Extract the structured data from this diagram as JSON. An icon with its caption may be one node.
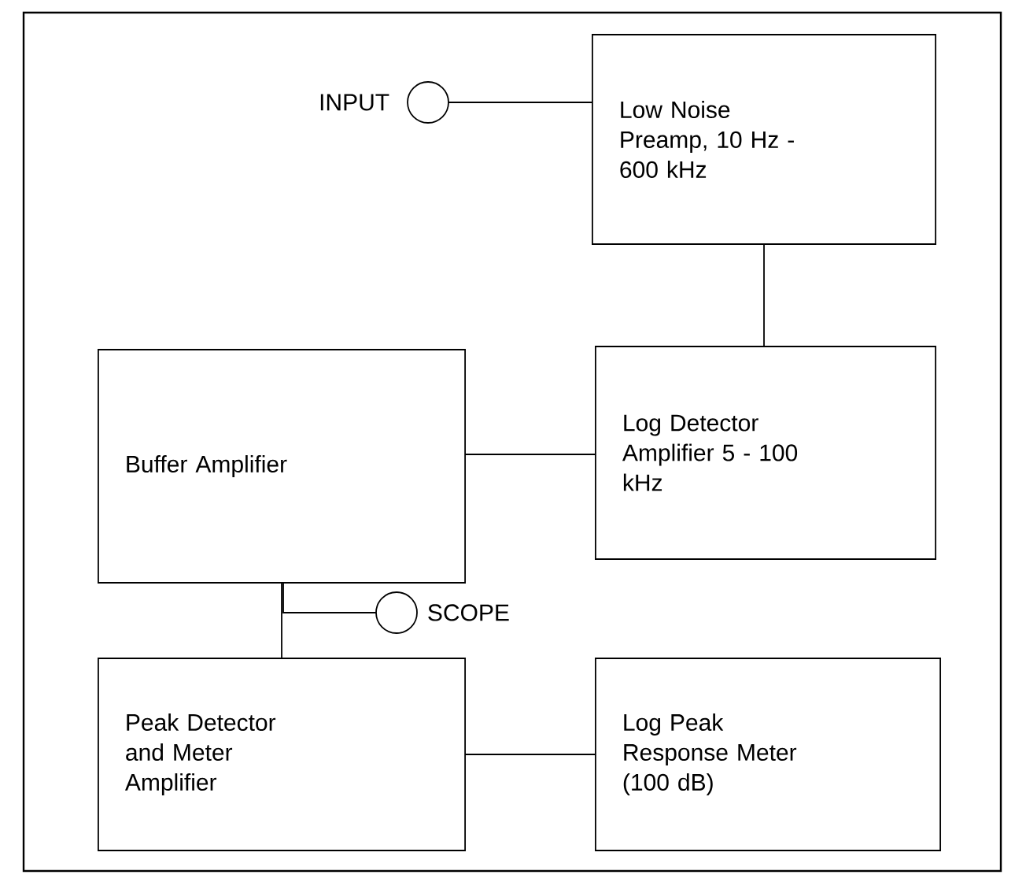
{
  "diagram": {
    "nodes": [
      {
        "text": [],
        "shape": "circle",
        "beside": [
          "INPUT"
        ]
      },
      {
        "text": [
          "Low Noise Preamp, 10 Hz - 600 kHz"
        ]
      },
      {
        "text": [
          "Buffer Amplifier"
        ]
      },
      {
        "text": [
          "Log Detector Amplifier 5 - 100 kHz"
        ]
      },
      {
        "text": [],
        "shape": "circle",
        "beside": [
          "SCOPE"
        ]
      },
      {
        "text": [
          "Peak Detector and Meter Amplifier"
        ]
      },
      {
        "text": [
          "Log Peak Response Meter (100 dB)"
        ]
      }
    ],
    "edges": [
      {
        "from": 0,
        "to": 1,
        "arrow": "none"
      },
      {
        "from": 1,
        "to": 3,
        "arrow": "none"
      },
      {
        "from": 3,
        "to": 2,
        "arrow": "none"
      },
      {
        "from": 2,
        "to": 4,
        "arrow": "none"
      },
      {
        "from": 2,
        "to": 5,
        "arrow": "none"
      },
      {
        "from": 5,
        "to": 6,
        "arrow": "none"
      }
    ]
  }
}
